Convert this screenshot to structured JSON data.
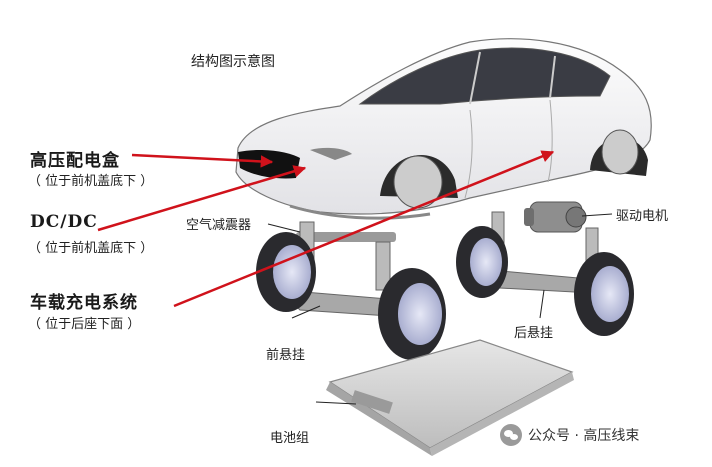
{
  "title": "结构图示意图",
  "labels": {
    "hv_box": "高压配电盒",
    "hv_box_loc": "（ 位于前机盖底下 ）",
    "dcdc": "DC/DC",
    "dcdc_loc": "（ 位于前机盖底下 ）",
    "charger": "车载充电系统",
    "charger_loc": "（ 位于后座下面 ）",
    "shock": "空气减震器",
    "motor": "驱动电机",
    "front_susp": "前悬挂",
    "rear_susp": "后悬挂",
    "battery": "电池组"
  },
  "watermark": {
    "dot_text": "公众号 · 高压线束",
    "icon": "wechat-icon"
  },
  "colors": {
    "arrow": "#d0121b",
    "car_body": "#f4f4f6",
    "tire": "#2a2a2e",
    "rim": "#b8bcd8",
    "battery": "#d4d4d4"
  }
}
